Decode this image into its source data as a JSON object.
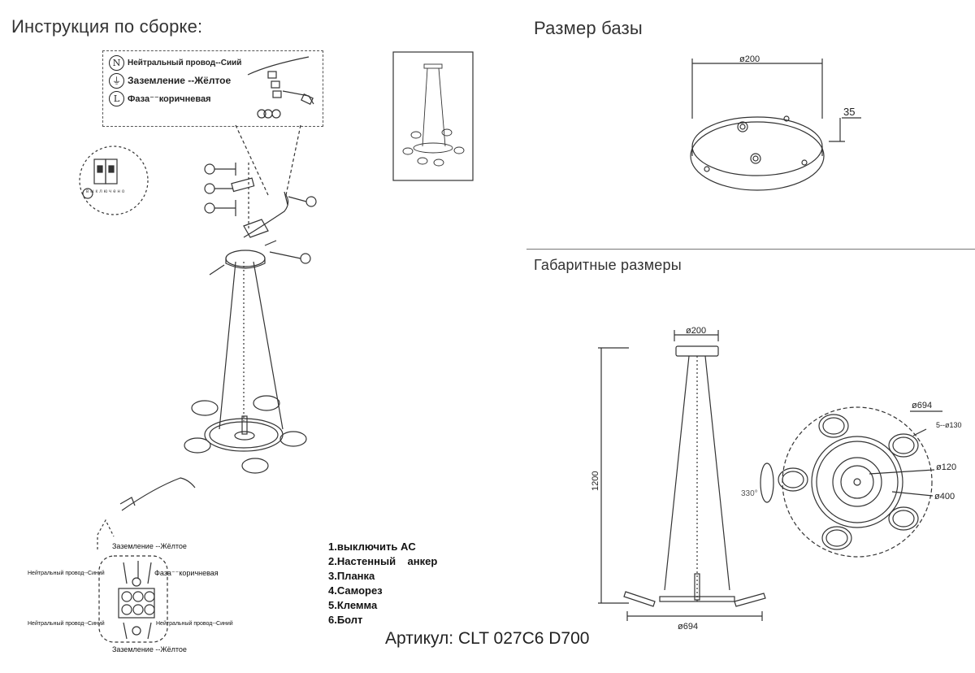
{
  "titles": {
    "assembly": "Инструкция по сборке:",
    "base_size": "Размер базы",
    "overall": "Габаритные размеры"
  },
  "wiring_legend": [
    {
      "symbol": "N",
      "text": "Нейтральный провод--Сиий"
    },
    {
      "symbol": "⏚",
      "text": "Заземление --Жёлтое"
    },
    {
      "symbol": "L",
      "text": "Фаза⁻⁻коричневая"
    }
  ],
  "switch_caption": "выключено",
  "terminal_labels": {
    "ground_top": "Заземление --Жёлтое",
    "neutral_top": "Нейтральный провод--Синий",
    "phase": "Фаза⁻⁻коричневая",
    "neutral_bottom_left": "Нейтральный провод--Синий",
    "neutral_bottom_right": "Нейтральный провод--Синий",
    "ground_bottom": "Заземление --Жёлтое"
  },
  "steps": [
    "1.выключить AC",
    "2.Настенный    анкер",
    "3.Планка",
    "4.Саморез",
    "5.Клемма",
    "6.Болт"
  ],
  "article": "Артикул: CLT 027C6 D700",
  "base_dims": {
    "diameter": "ø200",
    "height": "35"
  },
  "overall_dims": {
    "top_diameter": "ø200",
    "height": "1200",
    "bottom_diameter": "ø694",
    "plan_diameter": "ø694",
    "shade_spec": "5--ø130",
    "center_diameter": "ø120",
    "ring_diameter": "ø400",
    "rotation": "330°"
  }
}
